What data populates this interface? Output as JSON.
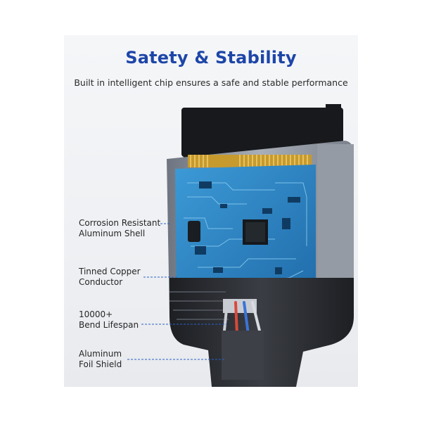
{
  "headline": "Satety & Stability",
  "subline": "Built in intelligent chip ensures a safe and stable performance",
  "callouts": [
    {
      "line1": "Corrosion Resistant",
      "line2": "Aluminum Shell"
    },
    {
      "line1": "Tinned Copper",
      "line2": "Conductor"
    },
    {
      "line1": "10000+",
      "line2": "Bend Lifespan"
    },
    {
      "line1": "Aluminum",
      "line2": "Foil Shield"
    }
  ],
  "colors": {
    "headline": "#1d46a8",
    "pcb": "#2f86c4",
    "shell": "#8a9099",
    "cable_body": "#2a2c30",
    "callout_line": "#2d5fc4"
  }
}
